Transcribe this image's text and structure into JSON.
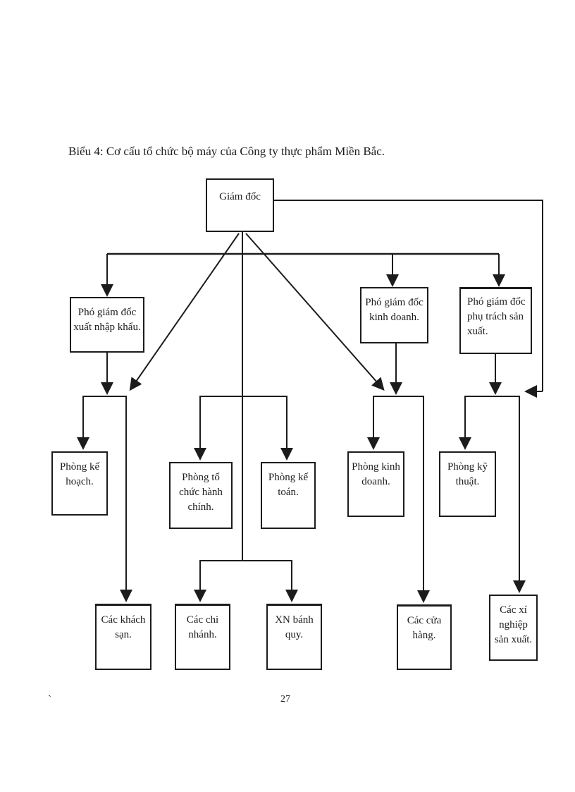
{
  "page": {
    "title": "Biểu 4: Cơ cấu tổ chức bộ máy của Công ty thực phẩm Miền Bắc.",
    "page_number": "27",
    "footer_mark": "`"
  },
  "nodes": {
    "giam_doc": "Giám đốc",
    "pho_gd_xnk": "Phó giám đốc\nxuất nhập khẩu.",
    "pho_gd_kd": "Phó giám đốc\nkinh doanh.",
    "pho_gd_ptsx": "Phó giám đốc\nphụ trách sản\nxuất.",
    "phong_ke_hoach": "Phòng kế\nhoạch.",
    "phong_to_chuc": "Phòng tổ\nchức hành\nchính.",
    "phong_ke_toan": "Phòng kế\ntoán.",
    "phong_kinh_doanh": "Phòng kinh\ndoanh.",
    "phong_ky_thuat": "Phòng kỹ\nthuật.",
    "cac_khach_san": "Các khách\nsạn.",
    "cac_chi_nhanh": "Các chi\nnhánh.",
    "xn_banh_quy": "XN bánh\nquy.",
    "cac_cua_hang": "Các cửa\nhàng.",
    "cac_xi_nghiep": "Các xí\nnghiệp\nsản xuất."
  },
  "colors": {
    "ink": "#1c1c1c",
    "paper": "#ffffff"
  }
}
